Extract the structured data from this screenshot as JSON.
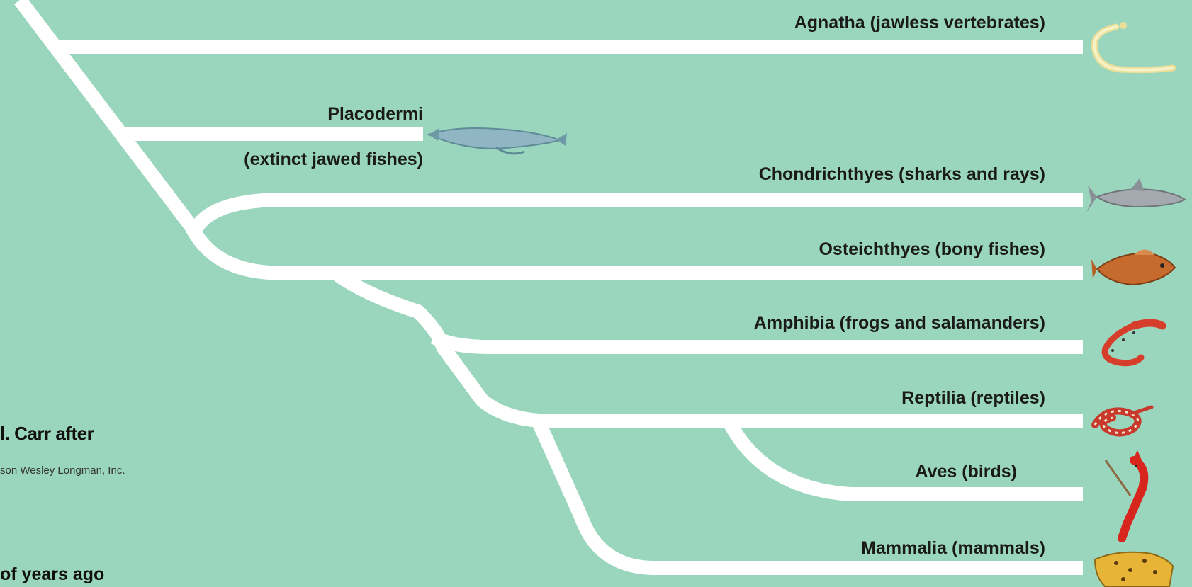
{
  "title_fragment": "",
  "taxa": [
    {
      "id": "agnatha",
      "label": "Agnatha (jawless vertebrates)"
    },
    {
      "id": "placodermi",
      "label": "Placodermi",
      "sublabel": "(extinct jawed fishes)"
    },
    {
      "id": "chondrichthyes",
      "label": "Chondrichthyes (sharks and rays)"
    },
    {
      "id": "osteichthyes",
      "label": "Osteichthyes (bony fishes)"
    },
    {
      "id": "amphibia",
      "label": "Amphibia (frogs and salamanders)"
    },
    {
      "id": "reptilia",
      "label": "Reptilia (reptiles)"
    },
    {
      "id": "aves",
      "label": "Aves (birds)"
    },
    {
      "id": "mammalia",
      "label": "Mammalia (mammals)"
    }
  ],
  "credit": {
    "line1": "l. Carr after",
    "line2": "son Wesley Longman, Inc."
  },
  "axis_fragment": "of years ago",
  "colors": {
    "background": "#9ad6bd",
    "branch": "#ffffff",
    "label": "#1a1a1a",
    "title_accent": "#e8382f"
  },
  "icons": [
    "lamprey-icon",
    "placoderm-fish-icon",
    "shark-icon",
    "bony-fish-icon",
    "salamander-icon",
    "snake-icon",
    "cardinal-bird-icon",
    "leopard-icon"
  ]
}
